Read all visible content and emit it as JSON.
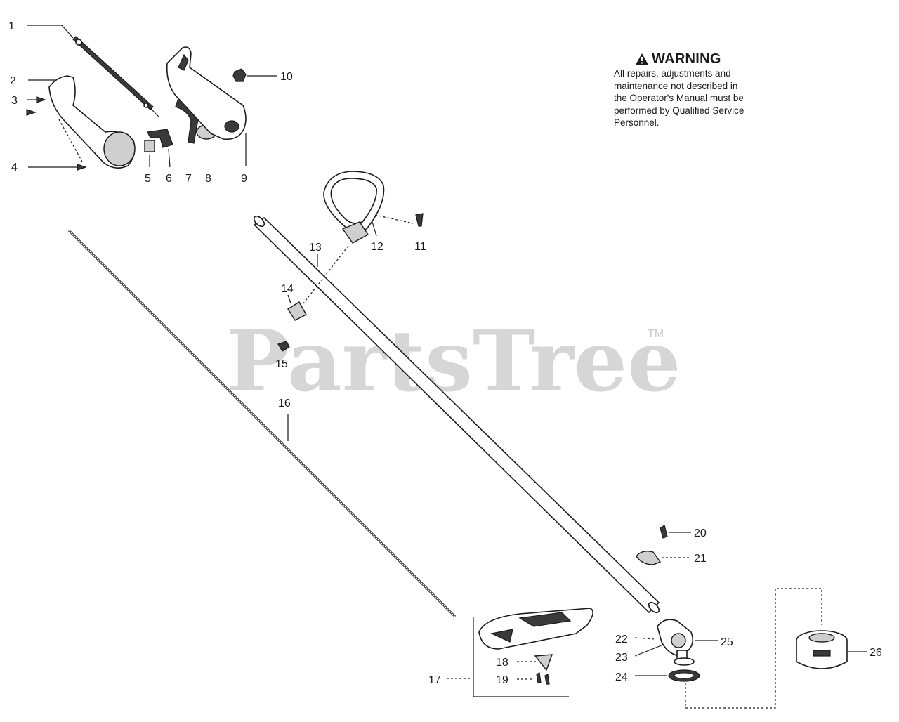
{
  "warning": {
    "title": "WARNING",
    "icon": "warning-triangle-icon",
    "lines": [
      "All repairs, adjustments and",
      "maintenance not described in",
      "the Operator's Manual must be",
      "performed by Qualified Service",
      "Personnel."
    ]
  },
  "watermark": {
    "text": "PartsTree",
    "trademark": "TM"
  },
  "callouts": {
    "c1": "1",
    "c2": "2",
    "c3": "3",
    "c4": "4",
    "c5": "5",
    "c6": "6",
    "c7": "7",
    "c8": "8",
    "c9": "9",
    "c10": "10",
    "c11": "11",
    "c12": "12",
    "c13": "13",
    "c14": "14",
    "c15": "15",
    "c16": "16",
    "c17": "17",
    "c18": "18",
    "c19": "19",
    "c20": "20",
    "c21": "21",
    "c22": "22",
    "c23": "23",
    "c24": "24",
    "c25": "25",
    "c26": "26"
  }
}
